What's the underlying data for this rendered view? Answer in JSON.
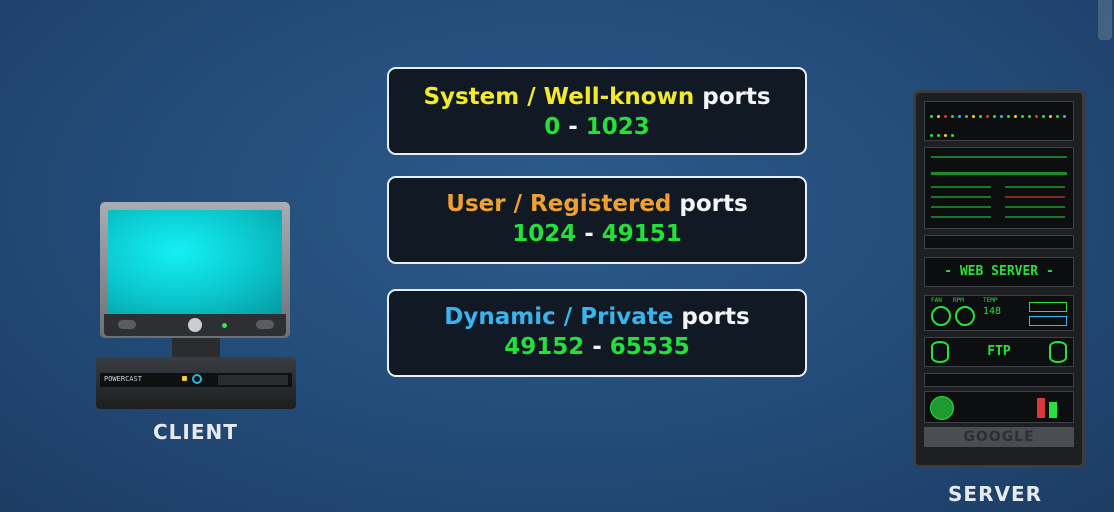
{
  "port_ranges": [
    {
      "category_a": "System",
      "separator": " / ",
      "category_b": "Well-known",
      "suffix": " ports",
      "color": "#f2ea2a",
      "range_start": "0",
      "range_dash": " - ",
      "range_end": "1023"
    },
    {
      "category_a": "User",
      "separator": " / ",
      "category_b": "Registered",
      "suffix": " ports",
      "color": "#f0a030",
      "range_start": "1024",
      "range_dash": " - ",
      "range_end": "49151"
    },
    {
      "category_a": "Dynamic",
      "separator": " / ",
      "category_b": "Private",
      "suffix": " ports",
      "color": "#38b4ef",
      "range_start": "49152",
      "range_dash": " - ",
      "range_end": "65535"
    }
  ],
  "client": {
    "label": "CLIENT",
    "brand": "POWERCAST"
  },
  "server": {
    "label": "SERVER",
    "web_label": "- WEB SERVER -",
    "ftp_label": "FTP",
    "brand": "GOOGLE",
    "fan_label": "FAN",
    "rpm_label": "RPM",
    "temp_label": "TEMP",
    "temp_value": "148"
  }
}
